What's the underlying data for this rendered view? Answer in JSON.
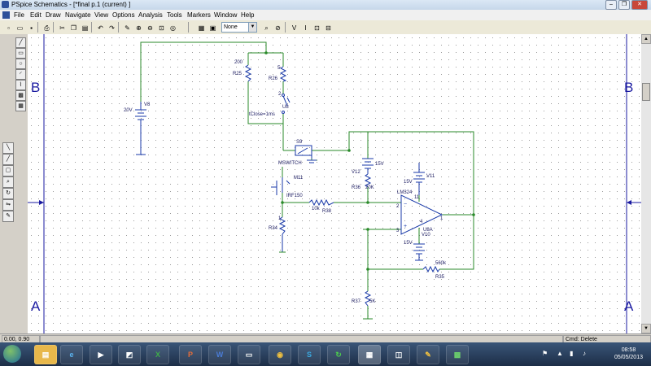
{
  "window": {
    "title": "PSpice Schematics - [*final  p.1 (current)  ]"
  },
  "menu": [
    "File",
    "Edit",
    "Draw",
    "Navigate",
    "View",
    "Options",
    "Analysis",
    "Tools",
    "Markers",
    "Window",
    "Help"
  ],
  "toolbar": {
    "part_dropdown": "None"
  },
  "canvas": {
    "border_labels": {
      "left_top": "B",
      "right_top": "B",
      "left_bottom": "A",
      "right_bottom": "A"
    },
    "labels": {
      "r25": "R25",
      "r25_val": "200",
      "r26": "R26",
      "r26_val": "5",
      "u8": "U8",
      "u8_close": "tClose=1ms",
      "u8_pin": "2",
      "v8": "V8",
      "v8_val": "20V",
      "s9": "S9",
      "s9_model": "MSWITCH",
      "m11": "M11",
      "m11_model": "IRF150",
      "r34": "R34",
      "r34_val": "1",
      "r38": "R38",
      "r38_val": "10k",
      "r36": "R36",
      "r36_val": "20K",
      "v12": "V12",
      "v12_val": "15V",
      "v11": "V11",
      "v11_val": "15V",
      "v10": "V10",
      "v10_val": "15V",
      "lm324": "LM324",
      "u8a": "U8A",
      "pin11": "11",
      "pin2": "2",
      "pin3": "3",
      "pin4": "4",
      "pin1": "1",
      "r35": "R35",
      "r35_val": "560k",
      "r37": "R37",
      "r37_val": "5K"
    }
  },
  "status": {
    "coords": "0.00, 0.90",
    "cmd": "Cmd: Delete"
  },
  "taskbar": {
    "time": "08:58",
    "date": "05/05/2013"
  },
  "colors": {
    "wire": "#2a8a2a",
    "part": "#1a3aa8",
    "border": "#1a1aa0"
  }
}
